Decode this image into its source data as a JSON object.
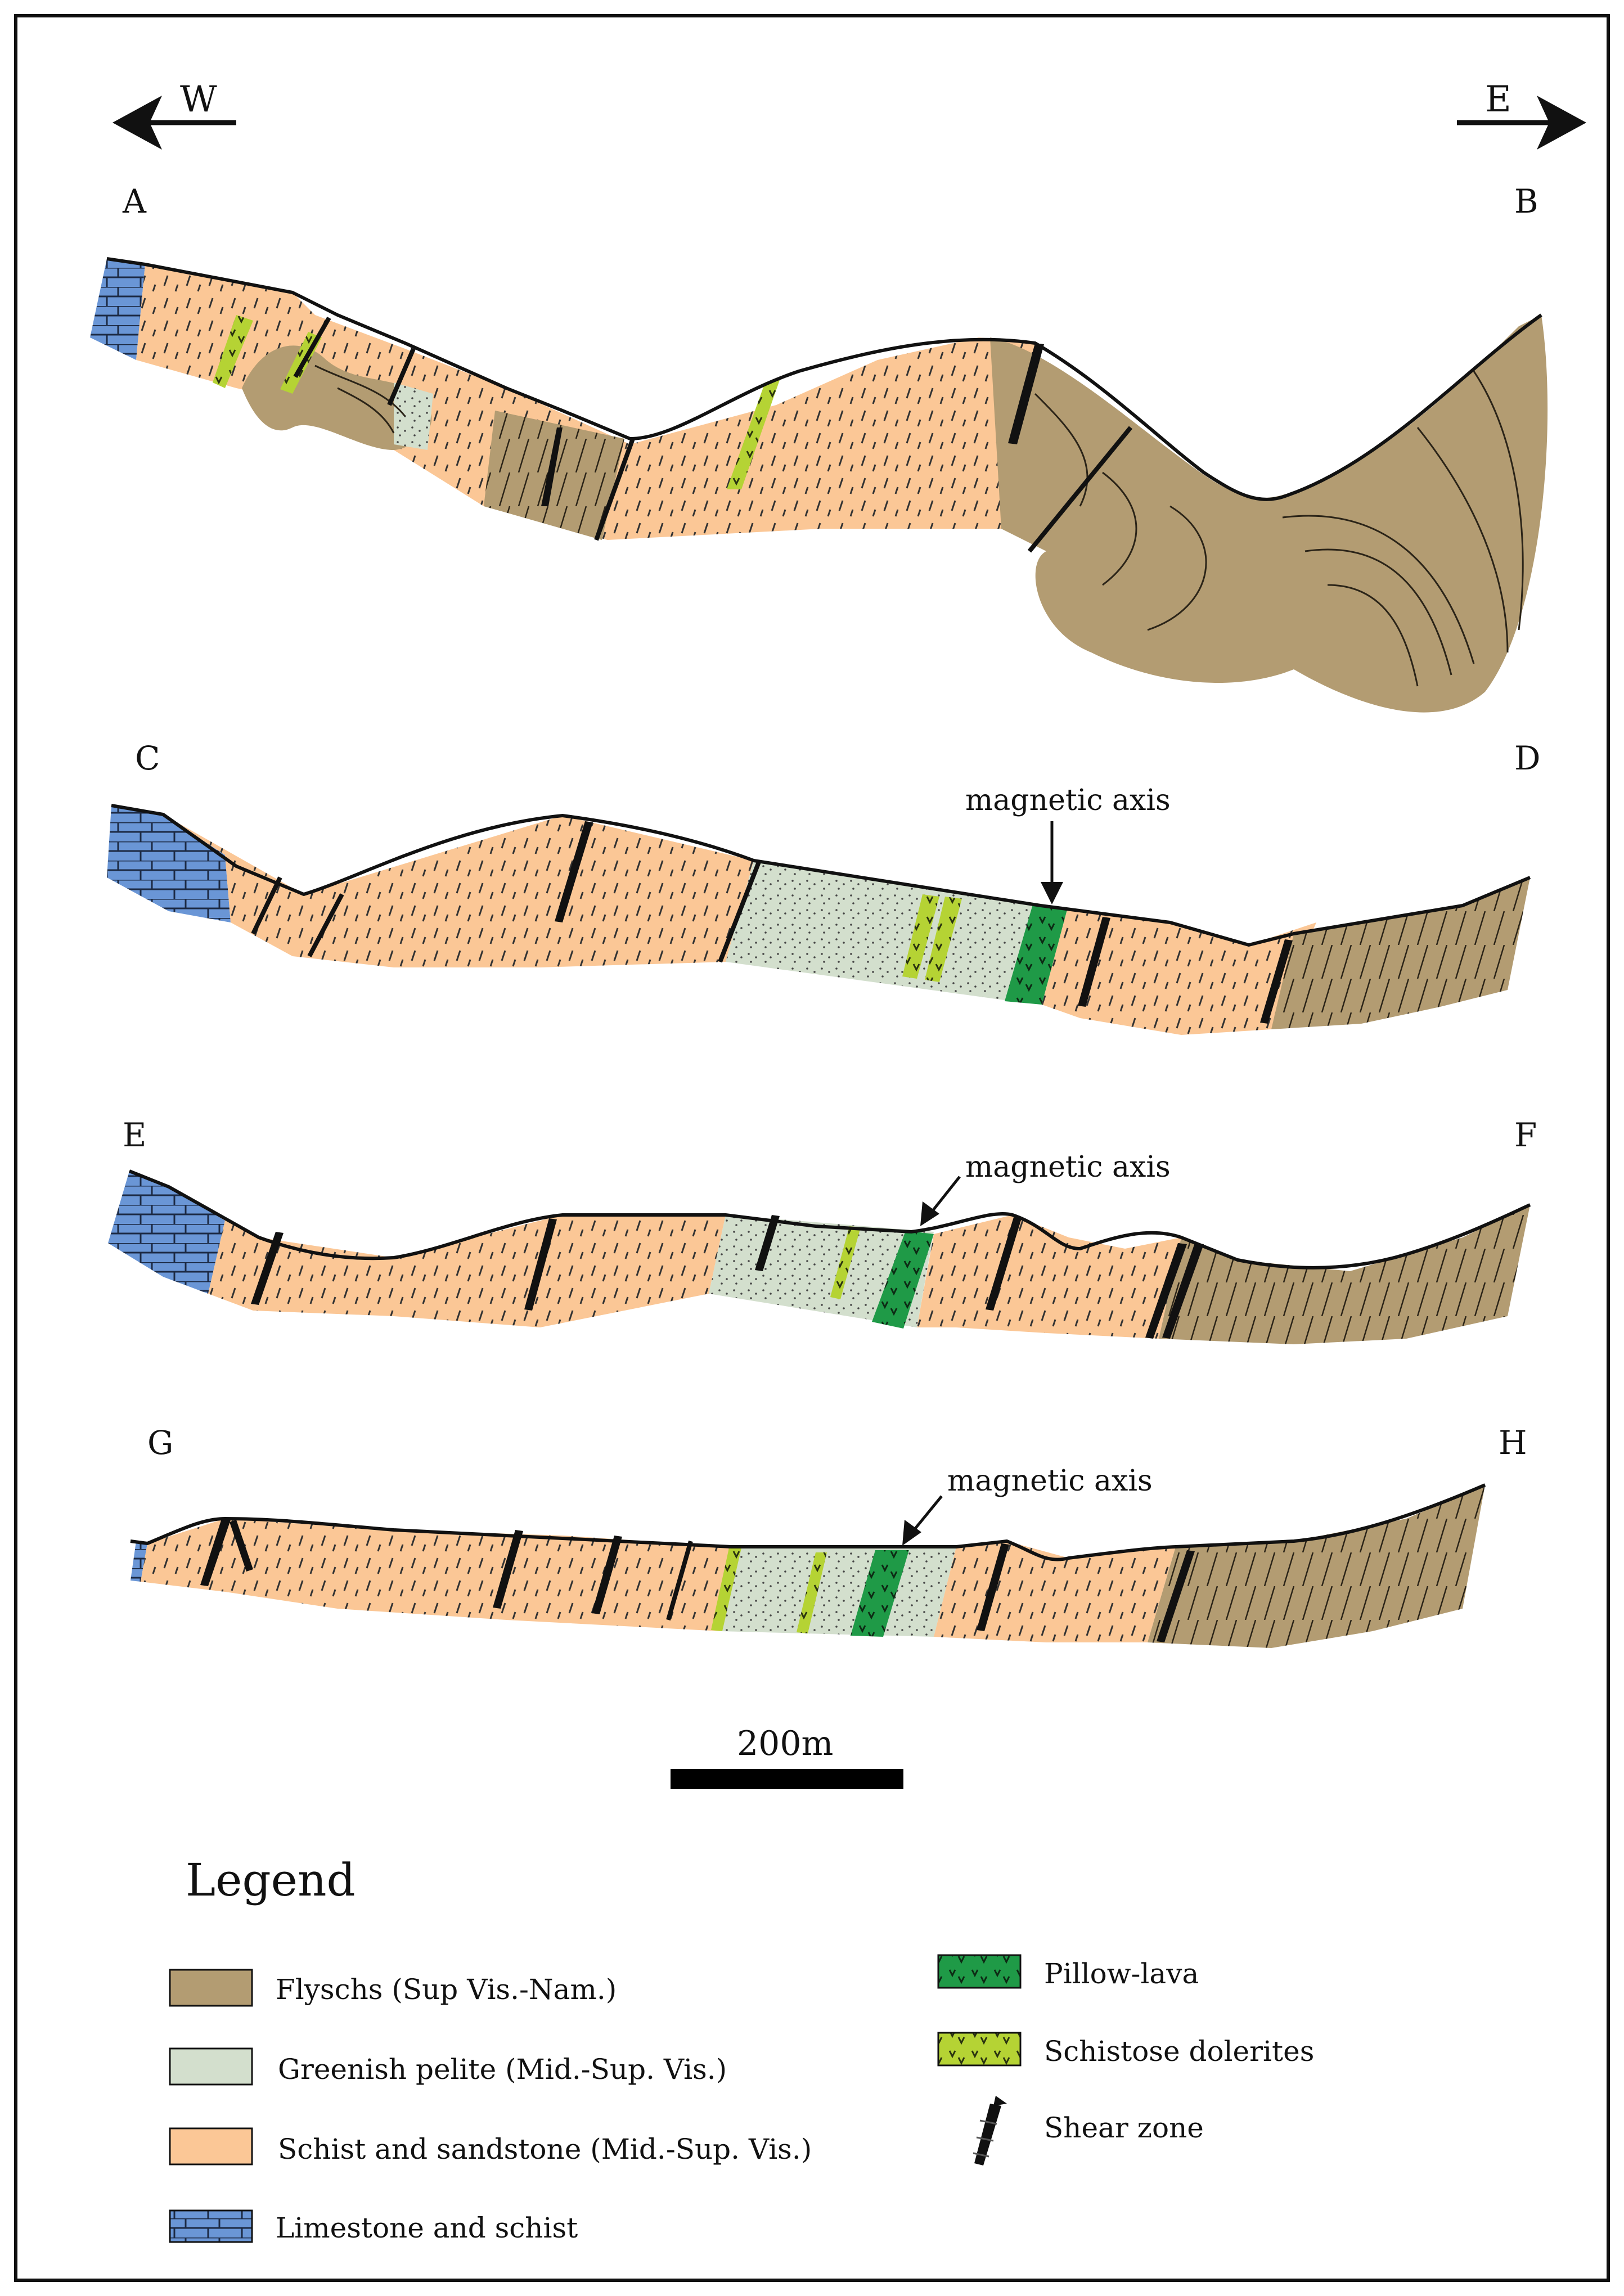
{
  "directions": {
    "west": "W",
    "east": "E"
  },
  "sections": [
    {
      "start": "A",
      "end": "B"
    },
    {
      "start": "C",
      "end": "D",
      "annotation": "magnetic axis"
    },
    {
      "start": "E",
      "end": "F",
      "annotation": "magnetic axis"
    },
    {
      "start": "G",
      "end": "H",
      "annotation": "magnetic axis"
    }
  ],
  "scale_bar": {
    "label": "200m"
  },
  "legend": {
    "title": "Legend",
    "items": [
      {
        "label": "Flyschs (Sup Vis.-Nam.)",
        "color": "#b39c72",
        "icon": "flysch-swatch"
      },
      {
        "label": "Greenish pelite (Mid.-Sup. Vis.)",
        "color": "#d3dfcd",
        "icon": "pelite-swatch"
      },
      {
        "label": "Schist and sandstone (Mid.-Sup. Vis.)",
        "color": "#fbc796",
        "icon": "schist-swatch"
      },
      {
        "label": "Limestone and schist",
        "color": "#6a96d6",
        "icon": "limestone-swatch"
      },
      {
        "label": "Pillow-lava",
        "color": "#1f9a47",
        "icon": "pillow-lava-swatch"
      },
      {
        "label": "Schistose dolerites",
        "color": "#b5d334",
        "icon": "dolerite-swatch"
      },
      {
        "label": "Shear zone",
        "color": "#111111",
        "icon": "shear-zone-icon"
      }
    ]
  }
}
